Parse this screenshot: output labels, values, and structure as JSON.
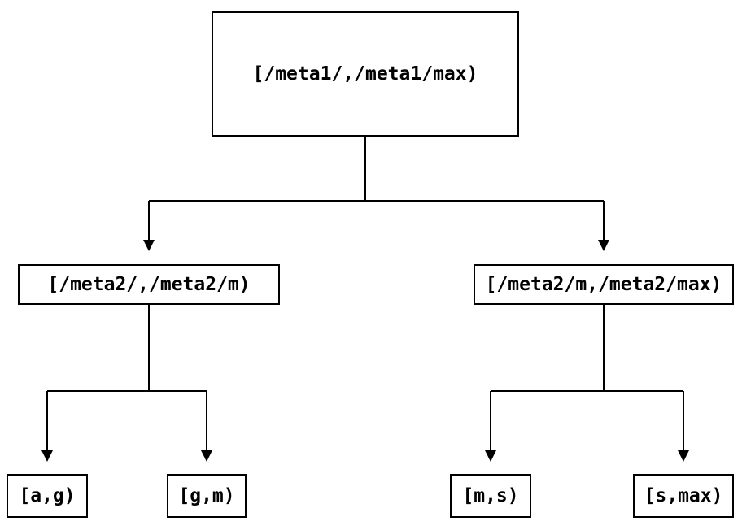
{
  "diagram": {
    "type": "tree",
    "nodes": {
      "root": "[/meta1/,/meta1/max)",
      "left": "[/meta2/,/meta2/m)",
      "right": "[/meta2/m,/meta2/max)",
      "leaf_ag": "[a,g)",
      "leaf_gm": "[g,m)",
      "leaf_ms": "[m,s)",
      "leaf_smax": "[s,max)"
    },
    "edges": [
      {
        "from": "root",
        "to": "left"
      },
      {
        "from": "root",
        "to": "right"
      },
      {
        "from": "left",
        "to": "leaf_ag"
      },
      {
        "from": "left",
        "to": "leaf_gm"
      },
      {
        "from": "right",
        "to": "leaf_ms"
      },
      {
        "from": "right",
        "to": "leaf_smax"
      }
    ],
    "colors": {
      "background": "#ffffff",
      "box_border": "#000000",
      "text": "#000000",
      "line": "#000000"
    }
  }
}
